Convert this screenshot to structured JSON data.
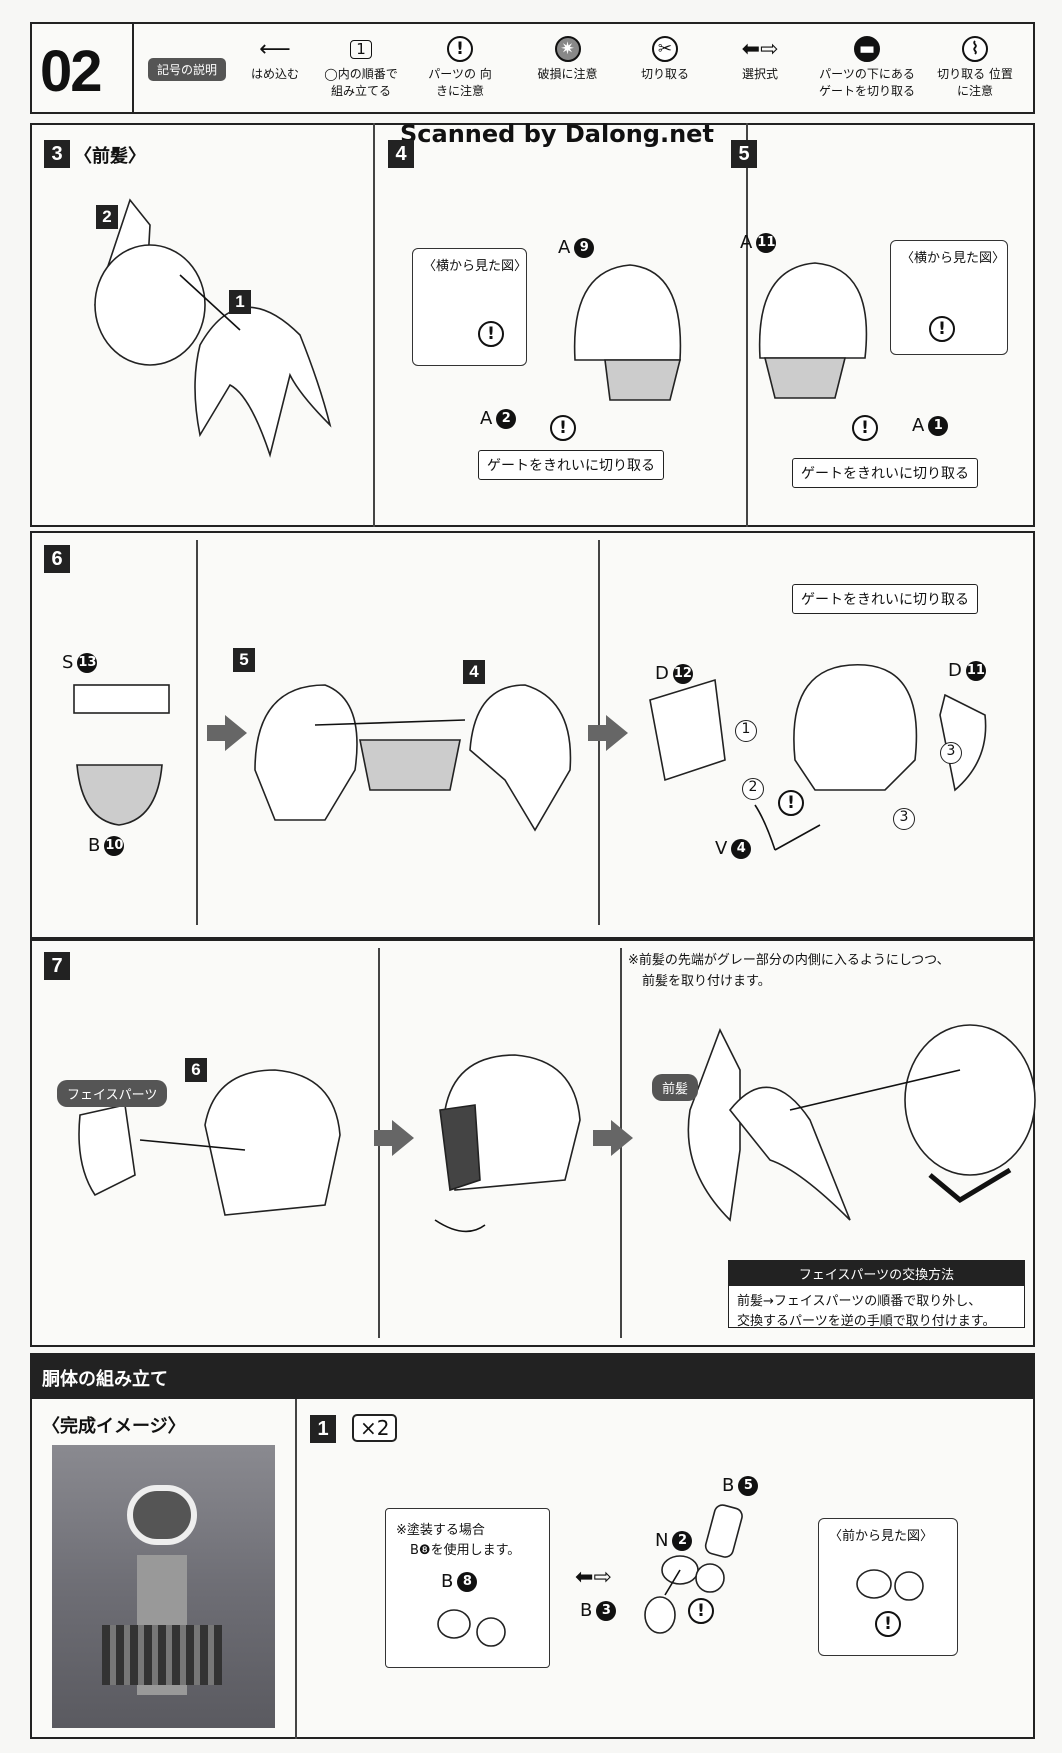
{
  "page_number": "02",
  "legend": {
    "title": "記号の説明",
    "items": [
      {
        "icon": "arrow-left-icon",
        "label": "はめ込む"
      },
      {
        "icon": "hexagon-number-icon",
        "glyph": "1",
        "label": "◯内の順番で 組み立てる"
      },
      {
        "icon": "exclamation-icon",
        "label": "パーツの 向きに注意"
      },
      {
        "icon": "breakage-icon",
        "label": "破損に注意"
      },
      {
        "icon": "cut-icon",
        "label": "切り取る"
      },
      {
        "icon": "double-arrow-icon",
        "label": "選択式"
      },
      {
        "icon": "gate-under-part-icon",
        "label": "パーツの下にある ゲートを切り取る"
      },
      {
        "icon": "cut-position-icon",
        "label": "切り取る 位置に注意"
      }
    ]
  },
  "watermark": "Scanned by Dalong.net",
  "step3": {
    "number": "3",
    "title": "〈前髪〉",
    "parts": [
      "2",
      "1"
    ]
  },
  "step4": {
    "number": "4",
    "side_view": "〈横から見た図〉",
    "part_top": {
      "letter": "A",
      "num": "9"
    },
    "part_bottom": {
      "letter": "A",
      "num": "2"
    },
    "callout": "ゲートをきれいに切り取る"
  },
  "step5": {
    "number": "5",
    "side_view": "〈横から見た図〉",
    "part_top": {
      "letter": "A",
      "num": "11"
    },
    "part_bottom": {
      "letter": "A",
      "num": "1"
    },
    "callout": "ゲートをきれいに切り取る"
  },
  "step6": {
    "number": "6",
    "part_s": {
      "letter": "S",
      "num": "13"
    },
    "part_b": {
      "letter": "B",
      "num": "10"
    },
    "sub5": "5",
    "sub4": "4",
    "part_d12": {
      "letter": "D",
      "num": "12"
    },
    "part_d11": {
      "letter": "D",
      "num": "11"
    },
    "part_v": {
      "letter": "V",
      "num": "4"
    },
    "order": [
      "1",
      "2",
      "3",
      "3"
    ],
    "callout": "ゲートをきれいに切り取る"
  },
  "step7": {
    "number": "7",
    "face_label": "フェイスパーツ",
    "sub6": "6",
    "bangs_label": "前髪",
    "note_line1": "※前髪の先端がグレー部分の内側に入るようにしつつ、",
    "note_line2": "前髪を取り付けます。",
    "swap_title": "フェイスパーツの交換方法",
    "swap_line1": "前髪→フェイスパーツの順番で取り外し、",
    "swap_line2": "交換するパーツを逆の手順で取り付けます。"
  },
  "body_section": {
    "title": "胴体の組み立て",
    "image_title": "〈完成イメージ〉",
    "step_number": "1",
    "multiplier": "×2",
    "paint_note_line1": "※塗装する場合",
    "paint_note_line2": "B❽を使用します。",
    "part_b8": {
      "letter": "B",
      "num": "8"
    },
    "part_n2": {
      "letter": "N",
      "num": "2"
    },
    "part_b5": {
      "letter": "B",
      "num": "5"
    },
    "part_b3": {
      "letter": "B",
      "num": "3"
    },
    "front_view": "〈前から見た図〉"
  }
}
